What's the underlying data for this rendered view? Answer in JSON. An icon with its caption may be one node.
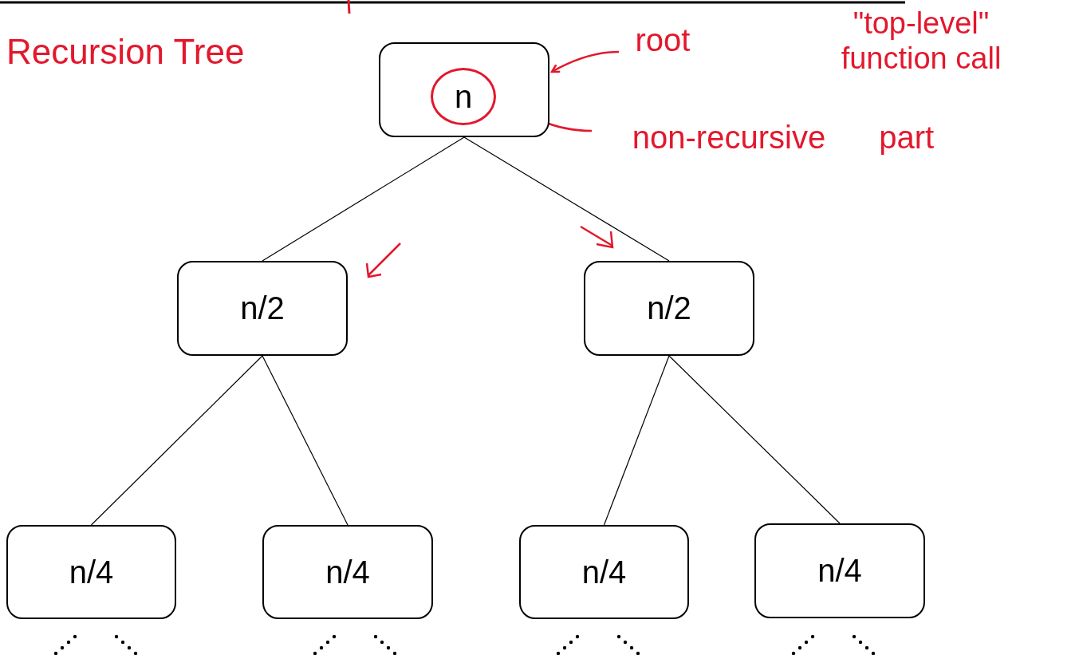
{
  "diagram": {
    "title": "Recursion Tree",
    "nodes": [
      {
        "text": [],
        "shape": "box"
      },
      {
        "text": [
          "n/2"
        ]
      },
      {
        "text": [
          "n/2"
        ]
      },
      {
        "text": [
          "n/4"
        ]
      },
      {
        "text": [
          "n/4"
        ]
      },
      {
        "text": [
          "n/4"
        ]
      },
      {
        "text": [
          "n/4"
        ]
      },
      {
        "text": [
          "root"
        ]
      },
      {
        "text": [
          "non-recursive part"
        ]
      },
      {
        "text": [
          "n"
        ],
        "in": 0
      }
    ],
    "edges": [
      {
        "from": 0,
        "to": 1,
        "arrow": "none"
      },
      {
        "from": 0,
        "to": 2,
        "arrow": "none"
      },
      {
        "from": 1,
        "to": 3,
        "arrow": "none"
      },
      {
        "from": 1,
        "to": 4,
        "arrow": "none"
      },
      {
        "from": 2,
        "to": 5,
        "arrow": "none"
      },
      {
        "from": 2,
        "to": 6,
        "arrow": "none"
      },
      {
        "from": 7,
        "to": 0,
        "arrow": "to",
        "color": "#e3182d"
      },
      {
        "from": 8,
        "to": 9,
        "arrow": "to",
        "color": "#e3182d"
      }
    ],
    "labels": [
      "\"top-level\" function call"
    ]
  }
}
